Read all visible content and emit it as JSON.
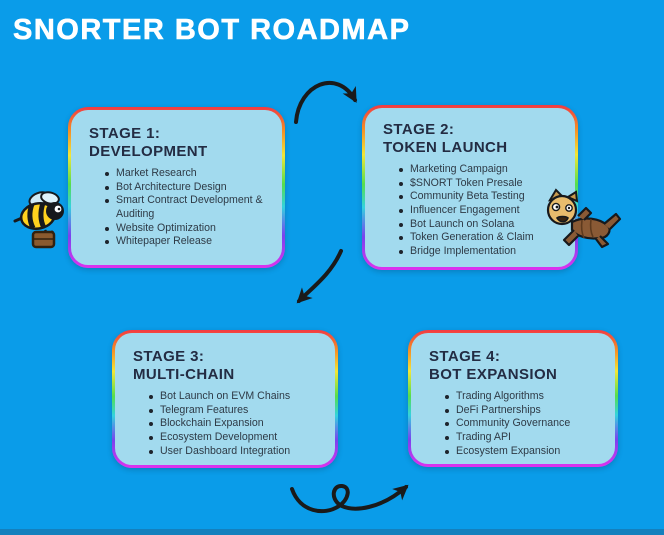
{
  "page": {
    "title": "SNORTER BOT ROADMAP",
    "background_color": "#0a9ce9",
    "card_background": "#a2daee",
    "card_border_gradient": [
      "#f23b43",
      "#f58a25",
      "#f2e637",
      "#56de4d",
      "#33d3de",
      "#7a42ee",
      "#df32ee"
    ],
    "heading_color": "#232c43",
    "body_text_color": "#2e3a46",
    "arrow_color": "#1a1a1a"
  },
  "stages": [
    {
      "title_line1": "STAGE 1:",
      "title_line2": "DEVELOPMENT",
      "items": [
        "Market Research",
        "Bot Architecture Design",
        "Smart Contract Development & Auditing",
        "Website Optimization",
        "Whitepaper Release"
      ]
    },
    {
      "title_line1": "STAGE 2:",
      "title_line2": "TOKEN LAUNCH",
      "items": [
        "Marketing Campaign",
        "$SNORT Token Presale",
        "Community Beta Testing",
        "Influencer Engagement",
        "Bot Launch on Solana",
        "Token Generation & Claim",
        "Bridge Implementation"
      ]
    },
    {
      "title_line1": "STAGE 3:",
      "title_line2": "MULTI-CHAIN",
      "items": [
        "Bot Launch on EVM Chains",
        "Telegram Features",
        "Blockchain Expansion",
        "Ecosystem Development",
        "User Dashboard Integration"
      ]
    },
    {
      "title_line1": "STAGE 4:",
      "title_line2": "BOT EXPANSION",
      "items": [
        "Trading Algorithms",
        "DeFi Partnerships",
        "Community Governance",
        "Trading API",
        "Ecosystem Expansion"
      ]
    }
  ],
  "mascots": [
    {
      "name": "bee-with-briefcase"
    },
    {
      "name": "snorter-doge-anteater"
    }
  ]
}
